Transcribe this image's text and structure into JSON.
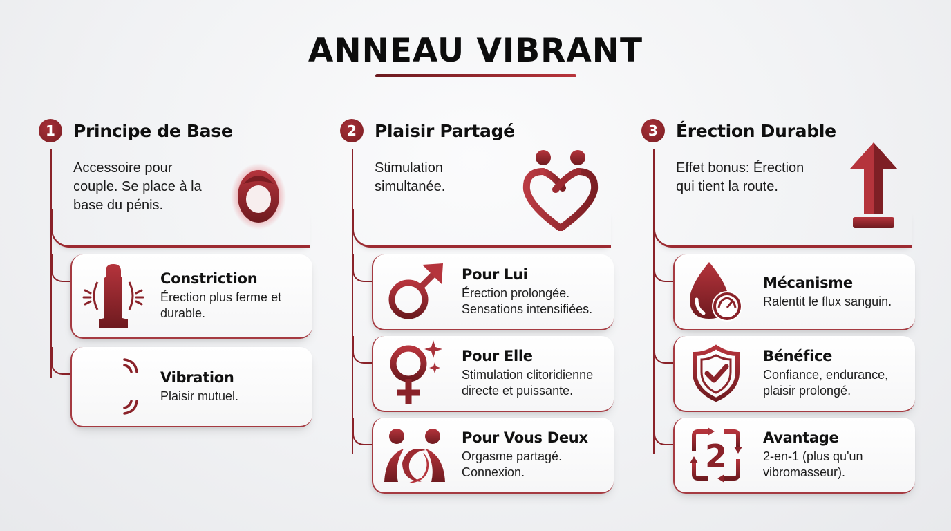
{
  "title": "ANNEAU VIBRANT",
  "colors": {
    "accent": "#8a2229",
    "accent_light": "#b8343b",
    "text": "#111111",
    "background": "#f1f2f4"
  },
  "sections": [
    {
      "number": "1",
      "title": "Principe de Base",
      "intro": "Accessoire pour couple. Se place à la base du pénis.",
      "intro_icon": "ring-icon",
      "cards": [
        {
          "title": "Constriction",
          "desc": "Érection plus ferme et durable.",
          "icon": "constriction-icon"
        },
        {
          "title": "Vibration",
          "desc": "Plaisir mutuel.",
          "icon": "vibration-wave-icon"
        }
      ]
    },
    {
      "number": "2",
      "title": "Plaisir Partagé",
      "intro": "Stimulation simultanée.",
      "intro_icon": "couple-heart-icon",
      "cards": [
        {
          "title": "Pour Lui",
          "desc": "Érection prolongée. Sensations intensifiées.",
          "icon": "male-symbol-icon"
        },
        {
          "title": "Pour Elle",
          "desc": "Stimulation clitoridienne directe et puissante.",
          "icon": "female-symbol-icon"
        },
        {
          "title": "Pour Vous Deux",
          "desc": "Orgasme partagé. Connexion.",
          "icon": "two-people-icon"
        }
      ]
    },
    {
      "number": "3",
      "title": "Érection Durable",
      "intro": "Effet bonus: Érection qui tient la route.",
      "intro_icon": "up-arrow-icon",
      "cards": [
        {
          "title": "Mécanisme",
          "desc": "Ralentit le flux sanguin.",
          "icon": "blood-drop-gauge-icon"
        },
        {
          "title": "Bénéfice",
          "desc": "Confiance, endurance, plaisir prolongé.",
          "icon": "shield-check-icon"
        },
        {
          "title": "Avantage",
          "desc": "2-en-1 (plus qu'un vibromasseur).",
          "icon": "two-in-one-icon"
        }
      ]
    }
  ]
}
